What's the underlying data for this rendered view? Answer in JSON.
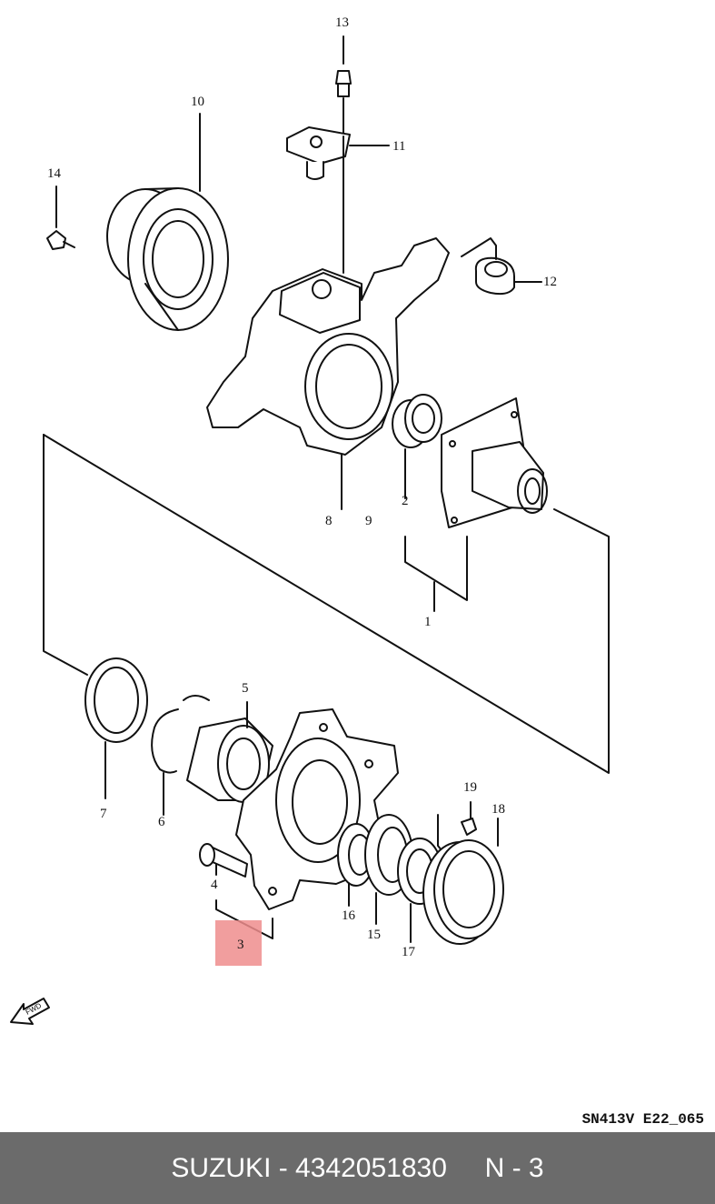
{
  "callouts": {
    "c1": "1",
    "c2": "2",
    "c3": "3",
    "c4": "4",
    "c5": "5",
    "c6": "6",
    "c7": "7",
    "c8": "8",
    "c9": "9",
    "c10": "10",
    "c11": "11",
    "c12": "12",
    "c13": "13",
    "c14": "14",
    "c15": "15",
    "c16": "16",
    "c17": "17",
    "c18": "18",
    "c19": "19"
  },
  "fwd_label": "FWD",
  "drawing_code": "SN413V  E22_065",
  "footer": {
    "text": "SUZUKI - 4342051830     N - 3"
  },
  "colors": {
    "highlight": "#ee8d8d",
    "footer_bg": "#6b6b6b",
    "footer_text": "#ffffff"
  }
}
